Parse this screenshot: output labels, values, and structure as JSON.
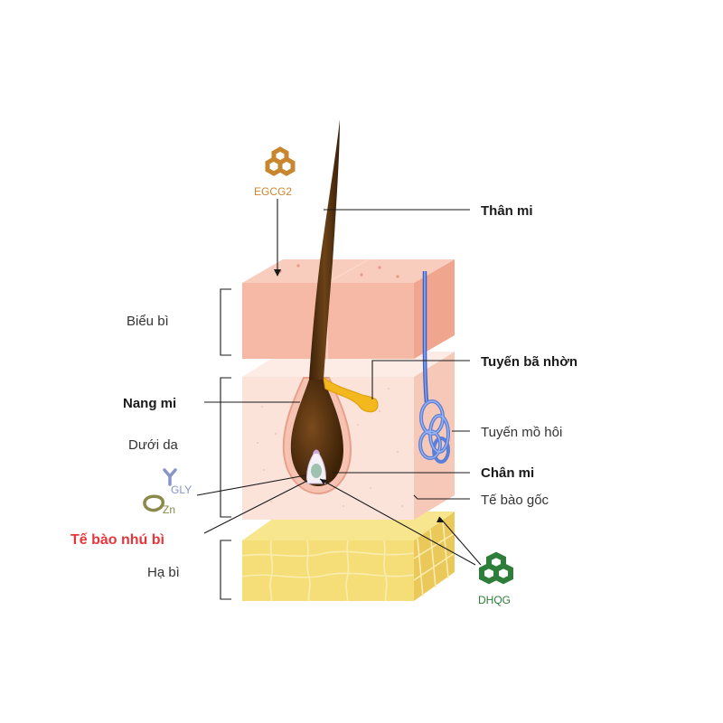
{
  "labels": {
    "than_mi": "Thân mi",
    "bieu_bi": "Biểu bì",
    "tuyen_ba_nhon": "Tuyến bã nhờn",
    "nang_mi": "Nang mi",
    "duoi_da": "Dưới da",
    "tuyen_mo_hoi": "Tuyến mồ hôi",
    "chan_mi": "Chân mi",
    "te_bao_goc": "Tế bào gốc",
    "te_bao_nhu_bi": "Tế bào nhú bì",
    "ha_bi": "Hạ bì"
  },
  "molecules": {
    "egcg2": "EGCG2",
    "gly": "GLY",
    "zn": "Zn",
    "dhqg": "DHQG"
  },
  "colors": {
    "epidermis": "#f6b9a6",
    "dermis": "#fbe0d6",
    "hypodermis": "#f5de78",
    "follicle": "#5a3412",
    "sebaceous": "#f2b81e",
    "sweat_gland": "#5b7ed8",
    "egcg2": "#c8862e",
    "gly": "#8a94c8",
    "zn": "#8a8a4a",
    "dhqg": "#2e7d3a",
    "highlight": "#e8353a"
  }
}
